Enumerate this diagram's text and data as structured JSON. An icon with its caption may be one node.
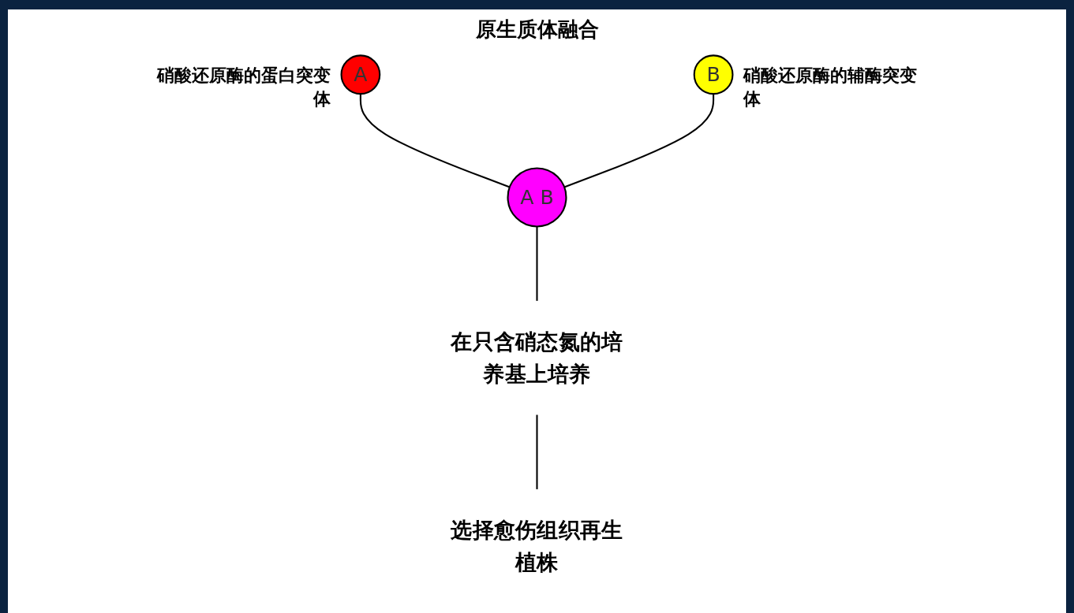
{
  "diagram": {
    "nodes": [
      {
        "text": [
          "A"
        ],
        "beside": [
          "硝酸还原酶的蛋白突变体"
        ]
      },
      {
        "text": [
          "B"
        ],
        "beside": [
          "硝酸还原酶的辅酶突变体"
        ]
      },
      {
        "text": [
          "A B"
        ]
      },
      {
        "text": [
          "在只含硝态氮的培养基上培养"
        ]
      },
      {
        "text": [
          "选择愈伤组织再生植株"
        ]
      }
    ],
    "edges": [
      {
        "from": 0,
        "to": 2,
        "arrow": "none"
      },
      {
        "from": 1,
        "to": 2,
        "arrow": "none"
      },
      {
        "from": 2,
        "to": 3,
        "arrow": "none"
      },
      {
        "from": 3,
        "to": 4,
        "arrow": "none"
      }
    ],
    "labels": [
      "原生质体融合"
    ]
  }
}
